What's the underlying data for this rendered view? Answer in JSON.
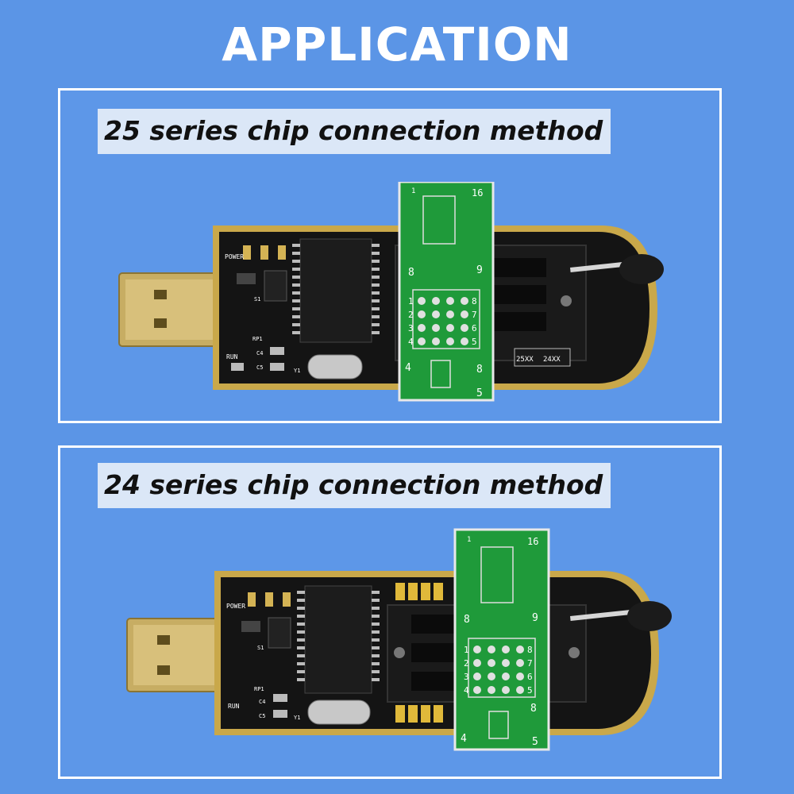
{
  "page": {
    "title": "APPLICATION"
  },
  "sections": [
    {
      "caption": "25 series chip connection method",
      "silkscreen": {
        "power": "POWER",
        "run": "RUN",
        "rp1": "RP1",
        "c4": "C4",
        "c5": "C5",
        "y1": "Y1",
        "s1": "S1",
        "chip_25": "25XX",
        "chip_24": "24XX"
      },
      "adapter": {
        "pin_top_left": "1",
        "pin_top_right": "16",
        "pin_mid_left": "8",
        "pin_mid_right": "9",
        "grid_left": [
          "1",
          "2",
          "3",
          "4"
        ],
        "grid_right": [
          "8",
          "7",
          "6",
          "5"
        ],
        "pin_bottom_left": "4",
        "pin_bottom_right": "5",
        "pin_eight": "8"
      }
    },
    {
      "caption": "24 series chip connection method",
      "silkscreen": {
        "power": "POWER",
        "run": "RUN",
        "rp1": "RP1",
        "c4": "C4",
        "c5": "C5",
        "y1": "Y1",
        "s1": "S1"
      },
      "adapter": {
        "pin_top_left": "1",
        "pin_top_right": "16",
        "pin_mid_left": "8",
        "pin_mid_right": "9",
        "grid_left": [
          "1",
          "2",
          "3",
          "4"
        ],
        "grid_right": [
          "8",
          "7",
          "6",
          "5"
        ],
        "pin_bottom_left": "4",
        "pin_bottom_right": "5",
        "pin_eight": "8"
      }
    }
  ],
  "colors": {
    "background": "#5b95e6",
    "pcb_black": "#141414",
    "pcb_gold": "#c9a84a",
    "usb_gold": "#c7ad63",
    "adapter_green": "#1f9a3a",
    "caption_bg": "#dbe7f7"
  }
}
